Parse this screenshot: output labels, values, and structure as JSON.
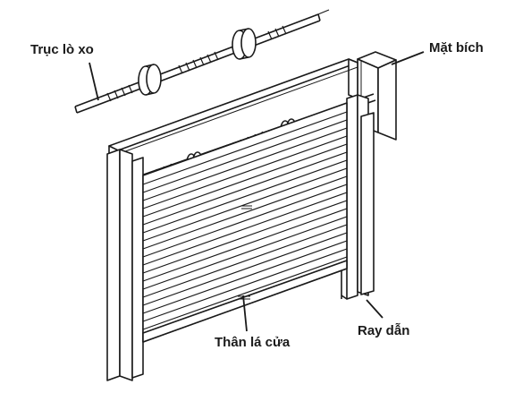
{
  "diagram": {
    "labels": {
      "spring_shaft": "Trục lò xo",
      "flange": "Mặt bích",
      "guide_rail": "Ray dẫn",
      "curtain_body": "Thân lá cửa"
    },
    "colors": {
      "line": "#1a1a1a",
      "fill": "#ffffff"
    }
  }
}
